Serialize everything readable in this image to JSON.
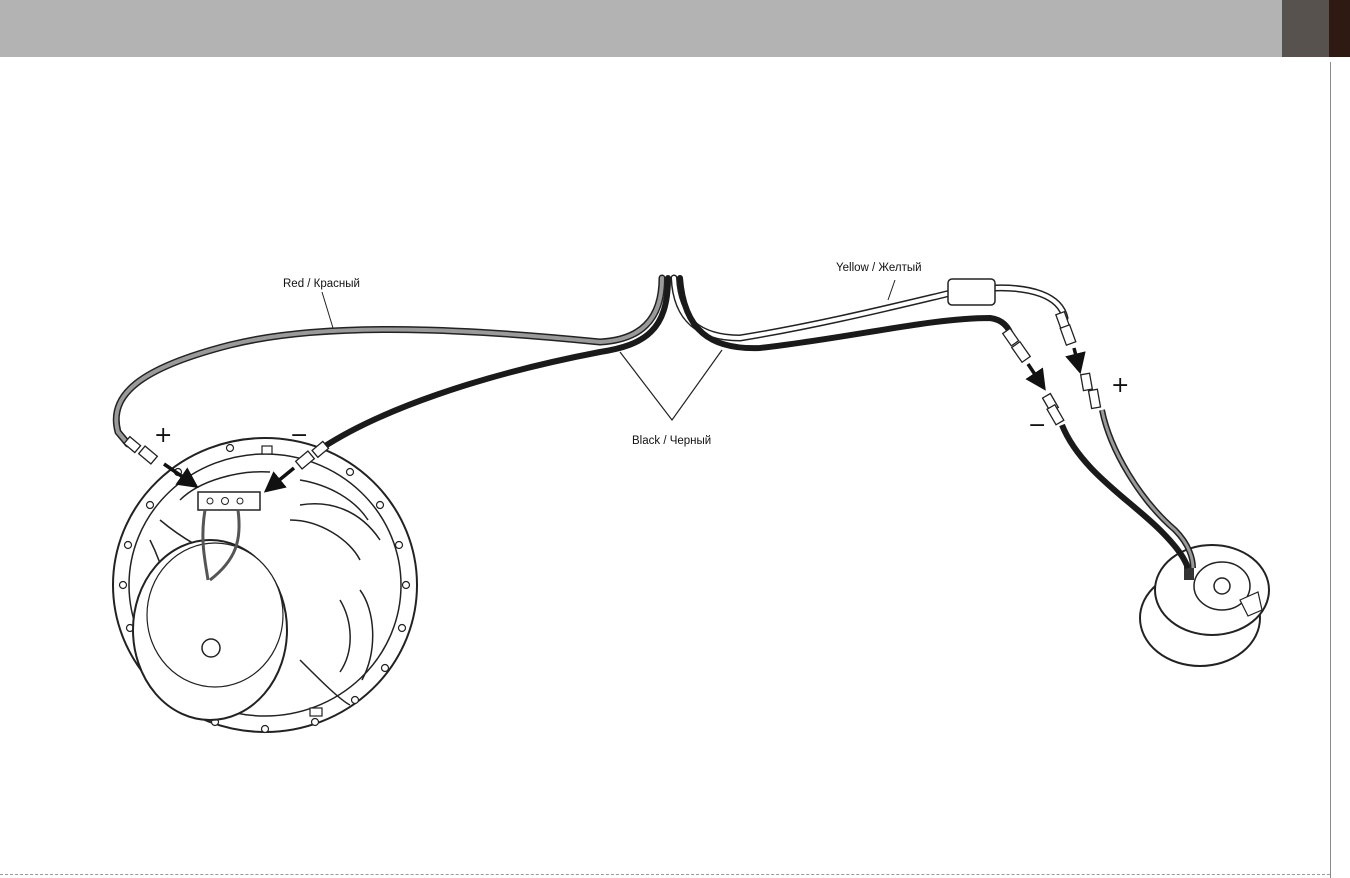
{
  "header": {
    "bar_color": "#b3b3b3",
    "tab_color": "#58524f",
    "edge_color": "#2e1a13"
  },
  "labels": {
    "red_wire": "Red / Красный",
    "yellow_wire": "Yellow / Желтый",
    "black_wire": "Black / Черный"
  },
  "polarity": {
    "woofer_positive": "+",
    "woofer_negative": "−",
    "tweeter_positive": "+",
    "tweeter_negative": "−"
  },
  "colors": {
    "wire_red": "#9a9a9a",
    "wire_black": "#1a1a1a",
    "wire_yellow": "#ffffff",
    "outline": "#222222"
  }
}
